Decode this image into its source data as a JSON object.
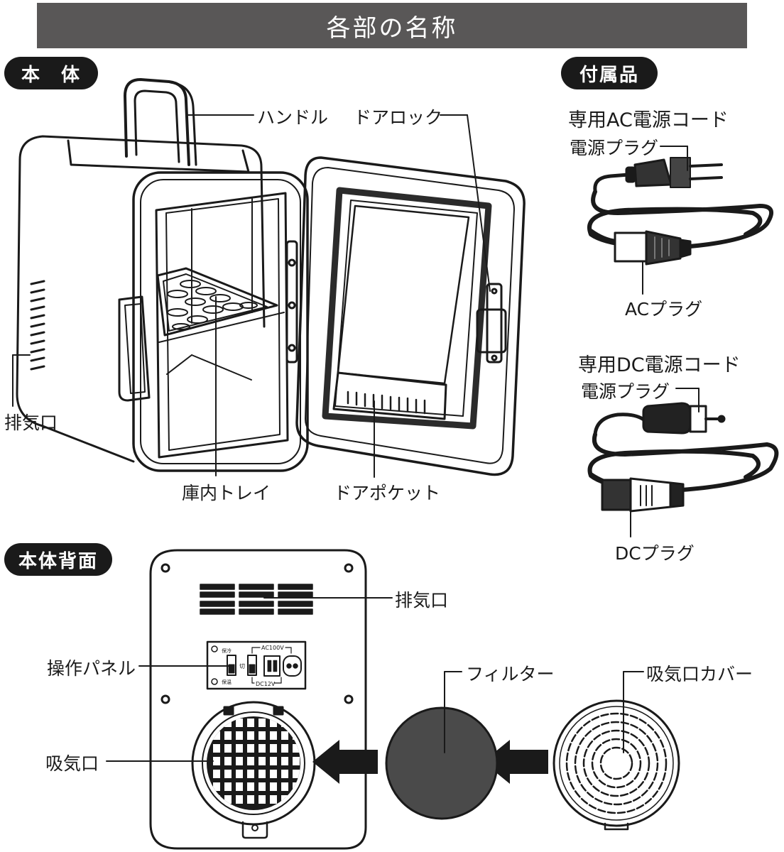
{
  "title": "各部の名称",
  "sections": {
    "main_body": "本　体",
    "accessories": "付属品",
    "back": "本体背面"
  },
  "labels": {
    "handle": "ハンドル",
    "door_lock": "ドアロック",
    "exhaust_side": "排気口",
    "tray": "庫内トレイ",
    "door_pocket": "ドアポケット",
    "exhaust_back": "排気口",
    "control_panel": "操作パネル",
    "intake": "吸気口",
    "filter": "フィルター",
    "intake_cover": "吸気口カバー"
  },
  "accessories": {
    "ac_cord_title": "専用AC電源コード",
    "ac_power_plug": "電源プラグ",
    "ac_plug": "ACプラグ",
    "dc_cord_title": "専用DC電源コード",
    "dc_power_plug": "電源プラグ",
    "dc_plug": "DCプラグ"
  },
  "panel": {
    "mode_cool": "保冷",
    "mode_warm": "保温",
    "switch_off": "切",
    "ac_label": "AC100V",
    "dc_label": "DC12V"
  }
}
